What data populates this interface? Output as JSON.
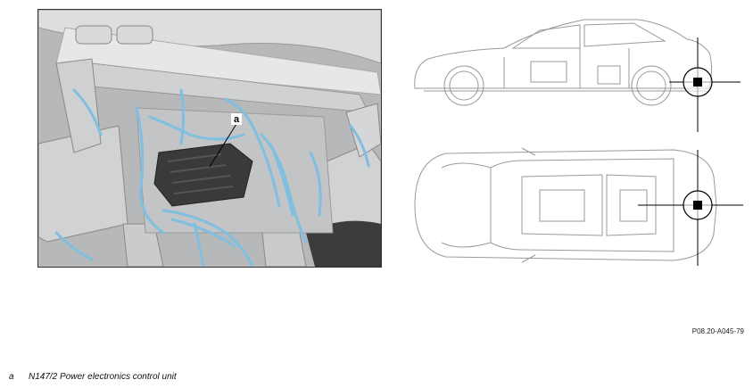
{
  "figure": {
    "callout_letter": "a",
    "figure_id": "P08.20-A045-79"
  },
  "legend": [
    {
      "key": "a",
      "text": "N147/2 Power electronics control unit"
    }
  ],
  "colors": {
    "cable_blue": "#7fbfe0",
    "control_unit": "#3a3a3a",
    "underbody_grey": "#c4c6c7",
    "line_grey": "#9a9a9a"
  }
}
